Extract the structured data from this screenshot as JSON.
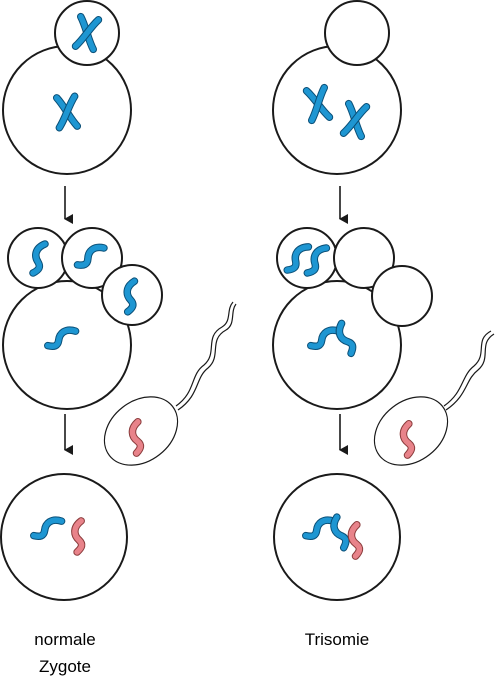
{
  "colors": {
    "chromosome_maternal": "#1e96d2",
    "chromosome_paternal": "#e8838a",
    "outline": "#1a1a1a",
    "background": "#ffffff"
  },
  "columns": [
    {
      "caption_lines": [
        "normale",
        "Zygote"
      ],
      "stage1": {
        "polar_body_chromosome": "X",
        "egg_chromosome": "X"
      },
      "stage2": {
        "polar_bodies": 3,
        "egg_chromatids": 1
      },
      "sperm_chromatids": 1,
      "zygote": {
        "maternal_chromatids": 1,
        "paternal_chromatids": 1
      }
    },
    {
      "caption_lines": [
        "Trisomie"
      ],
      "stage1": {
        "polar_body_chromosome": "",
        "egg_chromosome": "XX"
      },
      "stage2": {
        "polar_bodies": 3,
        "egg_chromatids": 2
      },
      "sperm_chromatids": 1,
      "zygote": {
        "maternal_chromatids": 2,
        "paternal_chromatids": 1
      }
    }
  ]
}
